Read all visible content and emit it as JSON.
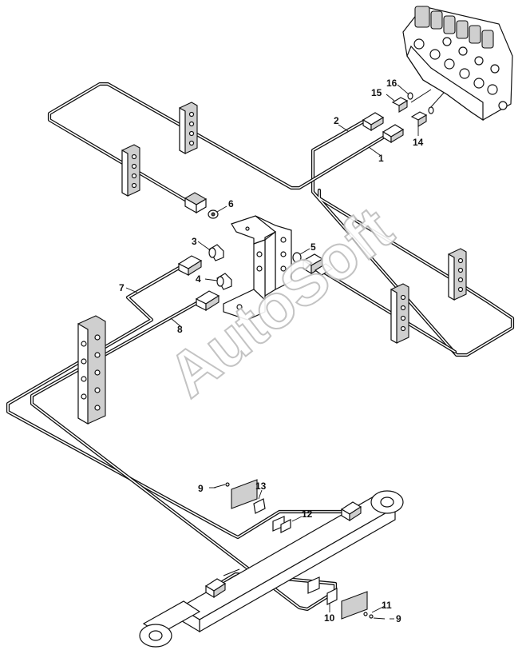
{
  "callouts": {
    "c1": "1",
    "c2": "2",
    "c3": "3",
    "c4": "4",
    "c5": "5",
    "c6": "6",
    "c7": "7",
    "c8": "8",
    "c9a": "9",
    "c9b": "9",
    "c10": "10",
    "c11": "11",
    "c12": "12",
    "c13": "13",
    "c14": "14",
    "c15": "15",
    "c16": "16"
  },
  "watermark": "AutoSoft",
  "colors": {
    "line": "#111111",
    "background": "#ffffff",
    "watermark_outline": "#bdbdbd"
  }
}
